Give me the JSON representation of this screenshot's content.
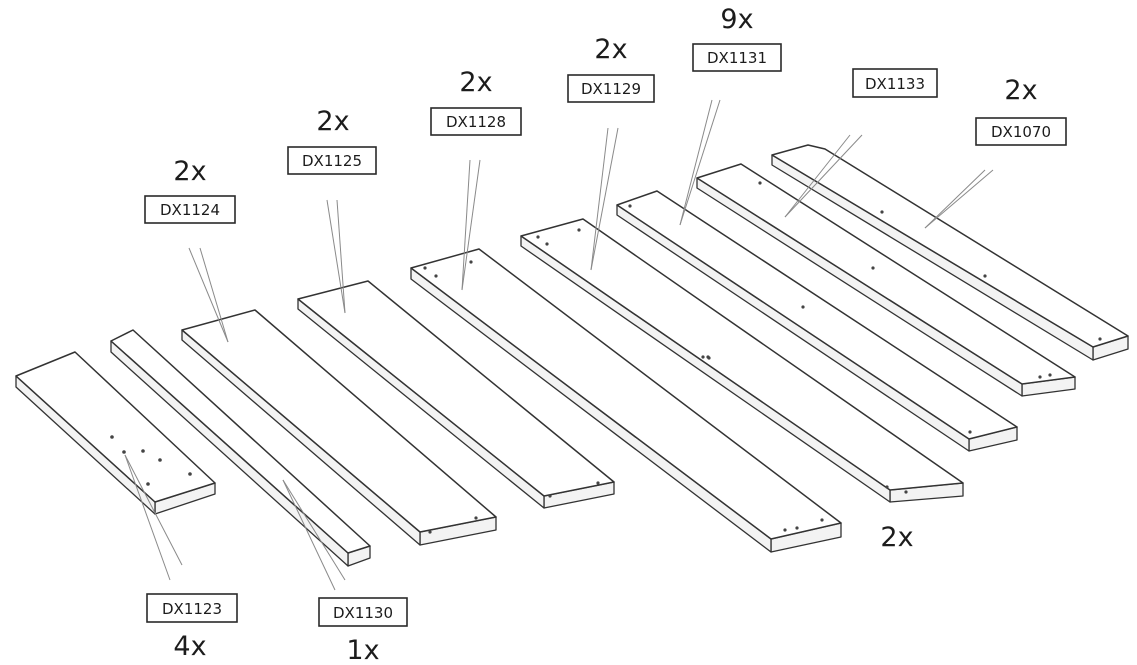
{
  "parts": [
    {
      "id": "dx1123",
      "code": "DX1123",
      "quantity": "4x"
    },
    {
      "id": "dx1130",
      "code": "DX1130",
      "quantity": "1x"
    },
    {
      "id": "dx1124",
      "code": "DX1124",
      "quantity": "2x"
    },
    {
      "id": "dx1125",
      "code": "DX1125",
      "quantity": "2x"
    },
    {
      "id": "dx1128",
      "code": "DX1128",
      "quantity": "2x"
    },
    {
      "id": "dx1129",
      "code": "DX1129",
      "quantity": "2x"
    },
    {
      "id": "dx1131",
      "code": "DX1131",
      "quantity": "9x"
    },
    {
      "id": "dx1133",
      "code": "DX1133",
      "quantity": "2x"
    },
    {
      "id": "dx1070",
      "code": "DX1070",
      "quantity": "2x"
    }
  ]
}
